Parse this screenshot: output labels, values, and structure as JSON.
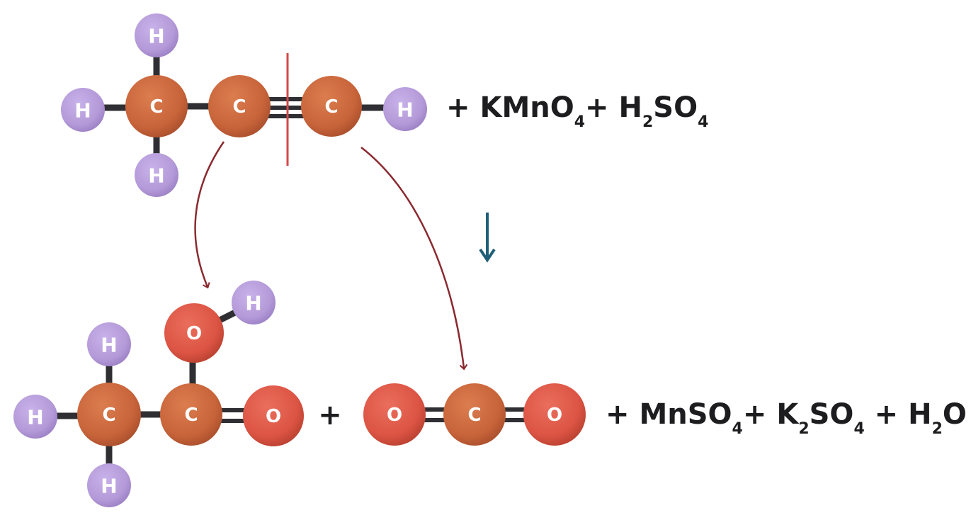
{
  "colors": {
    "carbon": "#c8643a",
    "oxygen": "#dc5444",
    "hydrogen": "#b49ad8",
    "bond": "#2f2f33",
    "curve_arrow": "#8a2a30",
    "cut_line": "#d24848",
    "reaction_arrow": "#1f5e78",
    "text": "#1d1d1f"
  },
  "icons": {
    "reaction_arrow": "down-arrow-icon",
    "curved_arrows": "curved-arrow-icon"
  },
  "atoms": {
    "carbon": "C",
    "oxygen": "O",
    "hydrogen": "H"
  },
  "reactants": {
    "plus1": "+ ",
    "kmno4_main": "KMnO",
    "kmno4_sub": "4",
    "plus2": "+ ",
    "h2so4_h": "H",
    "h2so4_sub1": "2",
    "h2so4_so": "SO",
    "h2so4_sub2": "4"
  },
  "products": {
    "plus_between": "+",
    "plus1": "+ ",
    "mnso4_main": "MnSO",
    "mnso4_sub": "4",
    "plus2": "+ ",
    "k2so4_k": "K",
    "k2so4_sub1": "2",
    "k2so4_so": "SO",
    "k2so4_sub2": "4",
    "plus3": " + ",
    "h2o_h": "H",
    "h2o_sub": "2",
    "h2o_o": "O"
  }
}
